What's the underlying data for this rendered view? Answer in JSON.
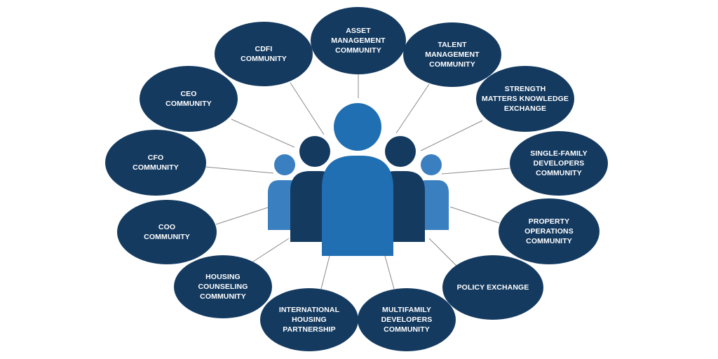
{
  "colors": {
    "ellipse_fill": "#143a60",
    "ellipse_text": "#ffffff",
    "connector": "#8a8a8a",
    "person_dark": "#143a60",
    "person_mid": "#2e6da4",
    "person_light": "#3a7fc0",
    "person_center": "#1f6fb2"
  },
  "center_icon": "group-of-people-icon",
  "nodes": [
    {
      "id": "asset",
      "lines": [
        "ASSET",
        "MANAGEMENT",
        "COMMUNITY"
      ]
    },
    {
      "id": "talent",
      "lines": [
        "TALENT",
        "MANAGEMENT",
        "COMMUNITY"
      ]
    },
    {
      "id": "strength",
      "lines": [
        "STRENGTH",
        "MATTERS KNOWLEDGE",
        "EXCHANGE"
      ]
    },
    {
      "id": "single-family",
      "lines": [
        "SINGLE-FAMILY",
        "DEVELOPERS",
        "COMMUNITY"
      ]
    },
    {
      "id": "property",
      "lines": [
        "PROPERTY",
        "OPERATIONS",
        "COMMUNITY"
      ]
    },
    {
      "id": "policy",
      "lines": [
        "POLICY EXCHANGE"
      ]
    },
    {
      "id": "multifamily",
      "lines": [
        "MULTIFAMILY",
        "DEVELOPERS",
        "COMMUNITY"
      ]
    },
    {
      "id": "international",
      "lines": [
        "INTERNATIONAL",
        "HOUSING",
        "PARTNERSHIP"
      ]
    },
    {
      "id": "housing-counseling",
      "lines": [
        "HOUSING",
        "COUNSELING",
        "COMMUNITY"
      ]
    },
    {
      "id": "coo",
      "lines": [
        "COO",
        "COMMUNITY"
      ]
    },
    {
      "id": "cfo",
      "lines": [
        "CFO",
        "COMMUNITY"
      ]
    },
    {
      "id": "ceo",
      "lines": [
        "CEO",
        "COMMUNITY"
      ]
    },
    {
      "id": "cdfi",
      "lines": [
        "CDFI",
        "COMMUNITY"
      ]
    }
  ]
}
